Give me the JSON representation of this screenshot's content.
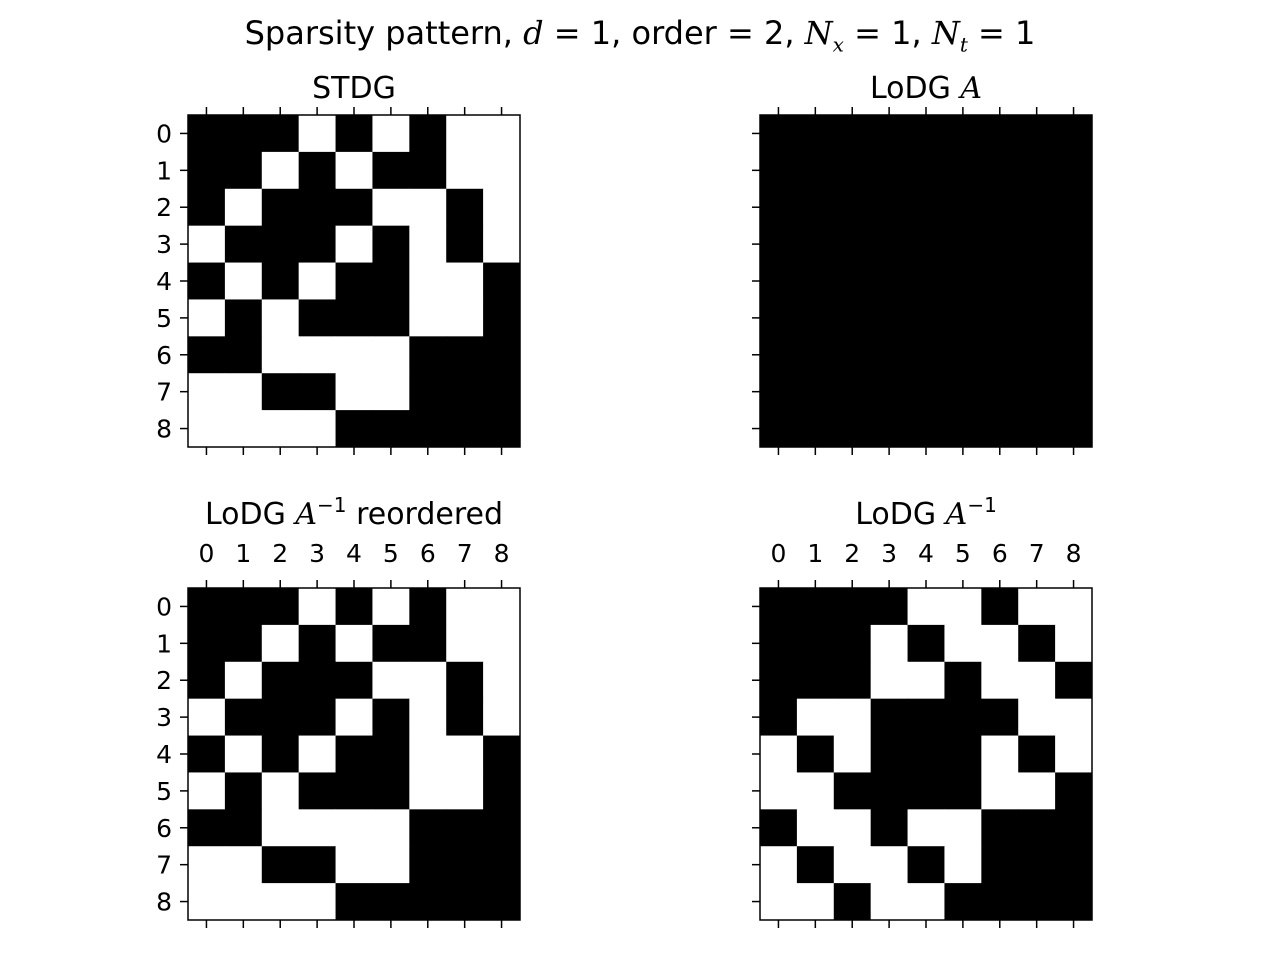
{
  "figure": {
    "title_parts": [
      "Sparsity pattern, ",
      "d",
      " = 1, order = 2, ",
      "N",
      "x",
      " = 1, ",
      "N",
      "t",
      " = 1"
    ]
  },
  "chart_data": [
    {
      "type": "heatmap",
      "title": "STDG",
      "title_parts": [
        "STDG"
      ],
      "x_tick_labels_visible": false,
      "y_tick_labels_visible": true,
      "ticks": [
        0,
        1,
        2,
        3,
        4,
        5,
        6,
        7,
        8
      ],
      "colors": {
        "nonzero": "#000000",
        "zero": "#ffffff"
      },
      "matrix": [
        [
          1,
          1,
          1,
          0,
          1,
          0,
          1,
          0,
          0
        ],
        [
          1,
          1,
          0,
          1,
          0,
          1,
          1,
          0,
          0
        ],
        [
          1,
          0,
          1,
          1,
          1,
          0,
          0,
          1,
          0
        ],
        [
          0,
          1,
          1,
          1,
          0,
          1,
          0,
          1,
          0
        ],
        [
          1,
          0,
          1,
          0,
          1,
          1,
          0,
          0,
          1
        ],
        [
          0,
          1,
          0,
          1,
          1,
          1,
          0,
          0,
          1
        ],
        [
          1,
          1,
          0,
          0,
          0,
          0,
          1,
          1,
          1
        ],
        [
          0,
          0,
          1,
          1,
          0,
          0,
          1,
          1,
          1
        ],
        [
          0,
          0,
          0,
          0,
          1,
          1,
          1,
          1,
          1
        ]
      ]
    },
    {
      "type": "heatmap",
      "title": "LoDG A",
      "title_parts": [
        "LoDG ",
        "A",
        ""
      ],
      "x_tick_labels_visible": false,
      "y_tick_labels_visible": false,
      "ticks": [
        0,
        1,
        2,
        3,
        4,
        5,
        6,
        7,
        8
      ],
      "colors": {
        "nonzero": "#000000",
        "zero": "#ffffff"
      },
      "matrix": [
        [
          1,
          1,
          1,
          1,
          1,
          1,
          1,
          1,
          1
        ],
        [
          1,
          1,
          1,
          1,
          1,
          1,
          1,
          1,
          1
        ],
        [
          1,
          1,
          1,
          1,
          1,
          1,
          1,
          1,
          1
        ],
        [
          1,
          1,
          1,
          1,
          1,
          1,
          1,
          1,
          1
        ],
        [
          1,
          1,
          1,
          1,
          1,
          1,
          1,
          1,
          1
        ],
        [
          1,
          1,
          1,
          1,
          1,
          1,
          1,
          1,
          1
        ],
        [
          1,
          1,
          1,
          1,
          1,
          1,
          1,
          1,
          1
        ],
        [
          1,
          1,
          1,
          1,
          1,
          1,
          1,
          1,
          1
        ],
        [
          1,
          1,
          1,
          1,
          1,
          1,
          1,
          1,
          1
        ]
      ]
    },
    {
      "type": "heatmap",
      "title": "LoDG A^-1 reordered",
      "title_parts": [
        "LoDG ",
        "A",
        "−1",
        " reordered"
      ],
      "x_tick_labels_visible": true,
      "y_tick_labels_visible": true,
      "ticks": [
        0,
        1,
        2,
        3,
        4,
        5,
        6,
        7,
        8
      ],
      "colors": {
        "nonzero": "#000000",
        "zero": "#ffffff"
      },
      "matrix": [
        [
          1,
          1,
          1,
          0,
          1,
          0,
          1,
          0,
          0
        ],
        [
          1,
          1,
          0,
          1,
          0,
          1,
          1,
          0,
          0
        ],
        [
          1,
          0,
          1,
          1,
          1,
          0,
          0,
          1,
          0
        ],
        [
          0,
          1,
          1,
          1,
          0,
          1,
          0,
          1,
          0
        ],
        [
          1,
          0,
          1,
          0,
          1,
          1,
          0,
          0,
          1
        ],
        [
          0,
          1,
          0,
          1,
          1,
          1,
          0,
          0,
          1
        ],
        [
          1,
          1,
          0,
          0,
          0,
          0,
          1,
          1,
          1
        ],
        [
          0,
          0,
          1,
          1,
          0,
          0,
          1,
          1,
          1
        ],
        [
          0,
          0,
          0,
          0,
          1,
          1,
          1,
          1,
          1
        ]
      ]
    },
    {
      "type": "heatmap",
      "title": "LoDG A^-1",
      "title_parts": [
        "LoDG ",
        "A",
        "−1"
      ],
      "x_tick_labels_visible": true,
      "y_tick_labels_visible": false,
      "ticks": [
        0,
        1,
        2,
        3,
        4,
        5,
        6,
        7,
        8
      ],
      "colors": {
        "nonzero": "#000000",
        "zero": "#ffffff"
      },
      "matrix": [
        [
          1,
          1,
          1,
          1,
          0,
          0,
          1,
          0,
          0
        ],
        [
          1,
          1,
          1,
          0,
          1,
          0,
          0,
          1,
          0
        ],
        [
          1,
          1,
          1,
          0,
          0,
          1,
          0,
          0,
          1
        ],
        [
          1,
          0,
          0,
          1,
          1,
          1,
          1,
          0,
          0
        ],
        [
          0,
          1,
          0,
          1,
          1,
          1,
          0,
          1,
          0
        ],
        [
          0,
          0,
          1,
          1,
          1,
          1,
          0,
          0,
          1
        ],
        [
          1,
          0,
          0,
          1,
          0,
          0,
          1,
          1,
          1
        ],
        [
          0,
          1,
          0,
          0,
          1,
          0,
          1,
          1,
          1
        ],
        [
          0,
          0,
          1,
          0,
          0,
          1,
          1,
          1,
          1
        ]
      ]
    }
  ]
}
